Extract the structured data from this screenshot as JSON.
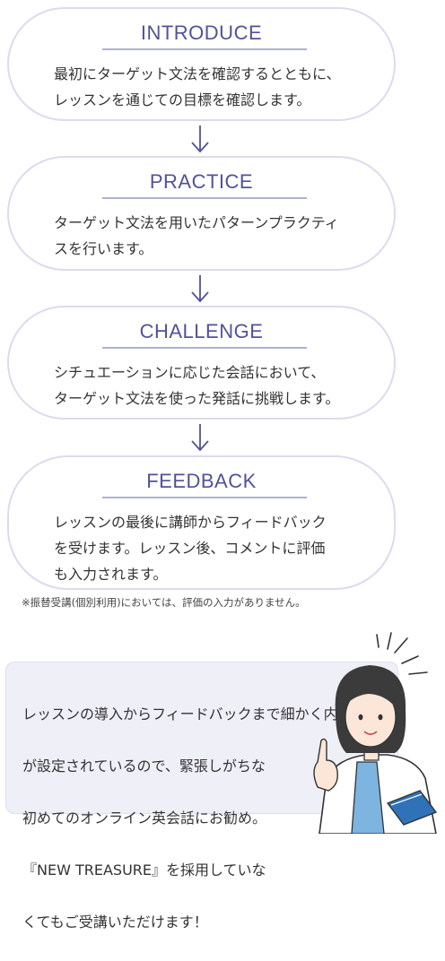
{
  "steps": [
    {
      "title": "INTRODUCE",
      "body": "最初にターゲット文法を確認するとともに、\nレッスンを通じての目標を確認します。"
    },
    {
      "title": "PRACTICE",
      "body": "ターゲット文法を用いたパターンプラクティ\nスを行います。"
    },
    {
      "title": "CHALLENGE",
      "body": "シチュエーションに応じた会話において、\nターゲット文法を使った発話に挑戦します。"
    },
    {
      "title": "FEEDBACK",
      "body": "レッスンの最後に講師からフィードバック\nを受けます。レッスン後、コメントに評価\nも入力されます。"
    }
  ],
  "note": "※振替受講(個別利用)においては、評価の入力がありません。",
  "callout": {
    "lines": [
      "レッスンの導入からフィードバックまで細かく内容",
      "が設定されているので、緊張しがちな",
      "初めてのオンライン英会話にお勧め。",
      "『NEW TREASURE』を採用していな",
      "くてもご受講いただけます！"
    ]
  },
  "colors": {
    "title": "#53519a",
    "border": "#dcdbee",
    "rule": "#aeb1cf",
    "bubble": "#efeff8"
  },
  "icons": [
    "arrow-down-icon",
    "teacher-illustration",
    "exclamation-lines-icon"
  ]
}
